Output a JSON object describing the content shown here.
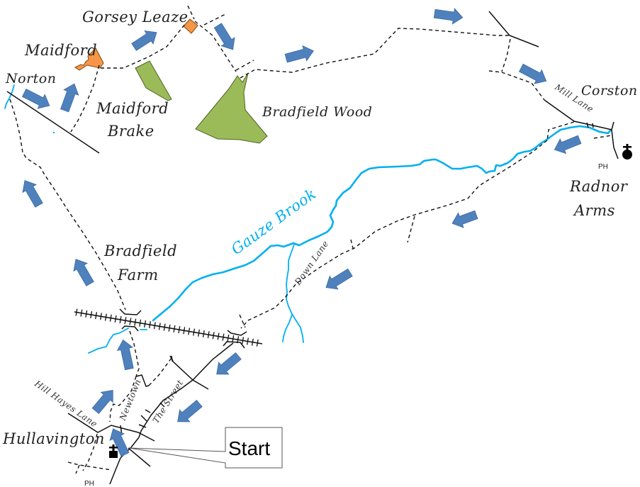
{
  "map_title": "Hullavington circular walk",
  "colors": {
    "arrow": "#4f81bd",
    "woodland": "#9bbb59",
    "woodland_outline": "#4f6228",
    "building": "#f79646",
    "building_outline": "#7f4a16",
    "stream": "#00b0f0",
    "path": "#111111",
    "road": "#111111"
  },
  "labels": {
    "gorsey_leaze": "Gorsey Leaze",
    "maidford": "Maidford",
    "norton": "Norton",
    "maidford_brake_line1": "Maidford",
    "maidford_brake_line2": "Brake",
    "bradfield_wood": "Bradfield Wood",
    "corston": "Corston",
    "mill_lane": "Mill Lane",
    "radnor_arms_line1": "Radnor",
    "radnor_arms_line2": "Arms",
    "gauze_brook": "Gauze Brook",
    "down_lane": "Down Lane",
    "bradfield_farm_line1": "Bradfield",
    "bradfield_farm_line2": "Farm",
    "hill_hayes_lane": "Hill Hayes Lane",
    "newtown": "Newtown",
    "the_street": "The Street",
    "hullavington": "Hullavington",
    "ph_corston": "PH",
    "ph_hullavington": "PH"
  },
  "callout": {
    "start_label": "Start"
  },
  "legend_symbols": {
    "church": "church-with-tower-icon",
    "church_spire": "church-with-spire-icon",
    "walk_direction": "direction-arrow-icon",
    "footpath": "dashed-footpath",
    "railway": "railway-line"
  },
  "walk_direction_arrows": [
    {
      "name": "arrow-norton-east",
      "heading": "east-southeast"
    },
    {
      "name": "arrow-to-maidford",
      "heading": "north-northeast"
    },
    {
      "name": "arrow-to-gorsey-leaze",
      "heading": "northeast"
    },
    {
      "name": "arrow-to-bradfield-wood",
      "heading": "southeast"
    },
    {
      "name": "arrow-past-bradfield-wood",
      "heading": "east-northeast"
    },
    {
      "name": "arrow-top-east",
      "heading": "east"
    },
    {
      "name": "arrow-to-corston",
      "heading": "southeast"
    },
    {
      "name": "arrow-from-corston",
      "heading": "southwest"
    },
    {
      "name": "arrow-towards-down-lane",
      "heading": "west-southwest"
    },
    {
      "name": "arrow-down-lane",
      "heading": "southwest"
    },
    {
      "name": "arrow-railway-bridge",
      "heading": "southwest"
    },
    {
      "name": "arrow-the-street",
      "heading": "southwest"
    },
    {
      "name": "arrow-start",
      "heading": "north-northwest"
    },
    {
      "name": "arrow-hill-hayes",
      "heading": "northeast"
    },
    {
      "name": "arrow-newtown-north",
      "heading": "north"
    },
    {
      "name": "arrow-bradfield-farm",
      "heading": "north-northwest"
    },
    {
      "name": "arrow-west-north",
      "heading": "north-northwest"
    }
  ]
}
